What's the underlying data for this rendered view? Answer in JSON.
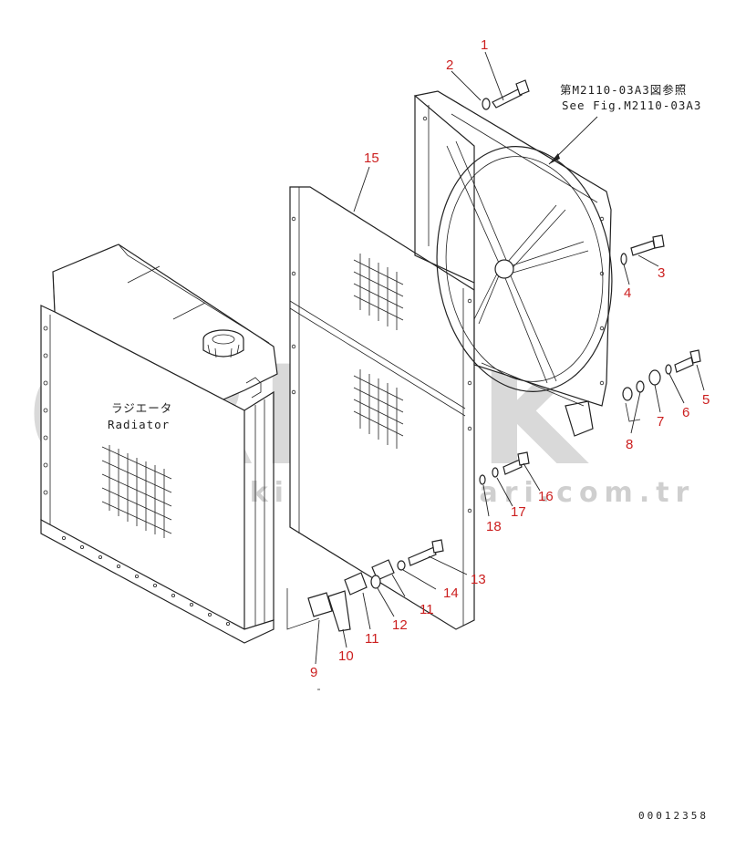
{
  "reference_note": {
    "jp": "第M2110-03A3図参照",
    "en": "See Fig.M2110-03A3"
  },
  "radiator_label": {
    "jp": "ラジエータ",
    "en": "Radiator"
  },
  "watermark": {
    "brand": "ÖRNEK",
    "url": "www.ornekismakinalari.com.tr",
    "color": "#d9d9d9",
    "accent": "#f3d27a"
  },
  "drawing_code": "00012358",
  "callout_color": "#cc1f1f",
  "callouts": [
    {
      "id": "c1",
      "text": "1"
    },
    {
      "id": "c2",
      "text": "2"
    },
    {
      "id": "c3",
      "text": "3"
    },
    {
      "id": "c4",
      "text": "4"
    },
    {
      "id": "c5",
      "text": "5"
    },
    {
      "id": "c6",
      "text": "6"
    },
    {
      "id": "c7",
      "text": "7"
    },
    {
      "id": "c8",
      "text": "8"
    },
    {
      "id": "c9",
      "text": "9"
    },
    {
      "id": "c10",
      "text": "10"
    },
    {
      "id": "c11a",
      "text": "11"
    },
    {
      "id": "c11b",
      "text": "11"
    },
    {
      "id": "c12",
      "text": "12"
    },
    {
      "id": "c13",
      "text": "13"
    },
    {
      "id": "c14",
      "text": "14"
    },
    {
      "id": "c15",
      "text": "15"
    },
    {
      "id": "c16",
      "text": "16"
    },
    {
      "id": "c17",
      "text": "17"
    },
    {
      "id": "c18",
      "text": "18"
    }
  ]
}
